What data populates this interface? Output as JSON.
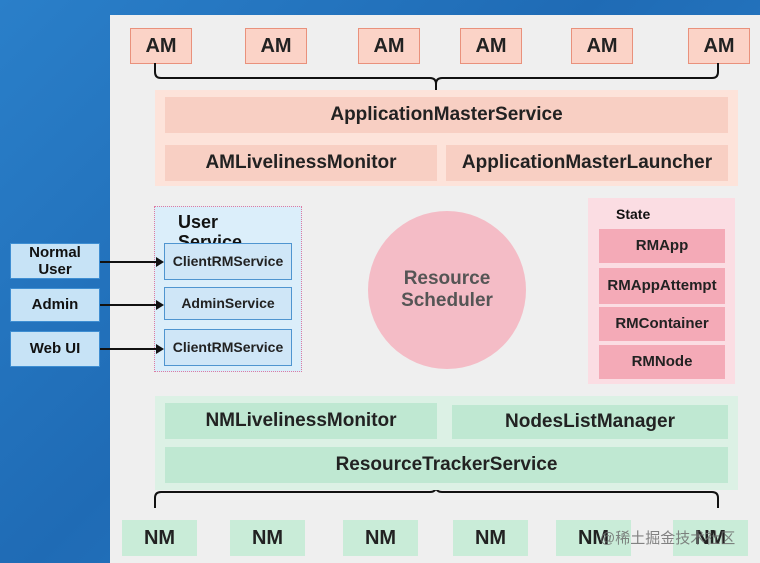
{
  "am_nodes": [
    "AM",
    "AM",
    "AM",
    "AM",
    "AM",
    "AM"
  ],
  "am_group": {
    "service": "ApplicationMasterService",
    "liveliness": "AMLivelinessMonitor",
    "launcher": "ApplicationMasterLauncher"
  },
  "user_service": {
    "title": "User Service",
    "items": [
      "ClientRMService",
      "AdminService",
      "ClientRMService"
    ]
  },
  "clients": [
    "Normal User",
    "Admin",
    "Web UI"
  ],
  "scheduler": "Resource Scheduler",
  "state_machine": {
    "title": "State Machine",
    "items": [
      "RMApp",
      "RMAppAttempt",
      "RMContainer",
      "RMNode"
    ]
  },
  "nm_group": {
    "liveliness": "NMLivelinessMonitor",
    "nodes_list": "NodesListManager",
    "tracker": "ResourceTrackerService"
  },
  "nm_nodes": [
    "NM",
    "NM",
    "NM",
    "NM",
    "NM",
    "NM"
  ],
  "watermark": "@稀土掘金技术社区",
  "colors": {
    "am_fill": "#fbd3c7",
    "am_group_fill": "#f8cfc3",
    "nm_group_fill": "#bfe8d2",
    "scheduler_fill": "#f4bcc6",
    "state_fill": "#f4aab7",
    "user_service_fill": "#dbeefa",
    "client_fill": "#c7e3f6"
  }
}
